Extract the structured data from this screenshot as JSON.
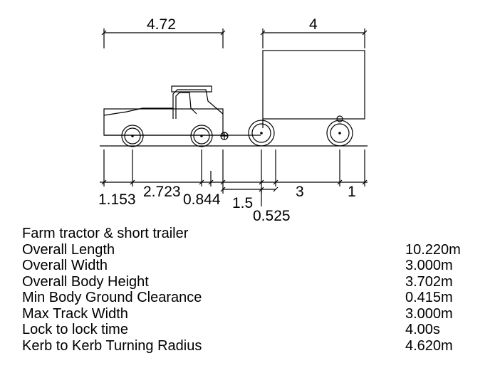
{
  "dimensions": {
    "tractor_length": "4.72",
    "trailer_length": "4",
    "front_overhang": "1.153",
    "tractor_wheelbase": "2.723",
    "tractor_rear_overhang": "0.844",
    "drawbar_to_axle": "1.5",
    "axle_offset": "0.525",
    "trailer_wheelbase": "3",
    "trailer_rear_overhang": "1"
  },
  "spec": {
    "title": "Farm tractor & short trailer",
    "rows": [
      {
        "label": "Overall Length",
        "value": "10.220m"
      },
      {
        "label": "Overall Width",
        "value": "3.000m"
      },
      {
        "label": "Overall Body Height",
        "value": "3.702m"
      },
      {
        "label": "Min Body Ground Clearance",
        "value": "0.415m"
      },
      {
        "label": "Max Track Width",
        "value": "3.000m"
      },
      {
        "label": "Lock to lock time",
        "value": "4.00s"
      },
      {
        "label": "Kerb to Kerb Turning Radius",
        "value": "4.620m"
      }
    ]
  }
}
